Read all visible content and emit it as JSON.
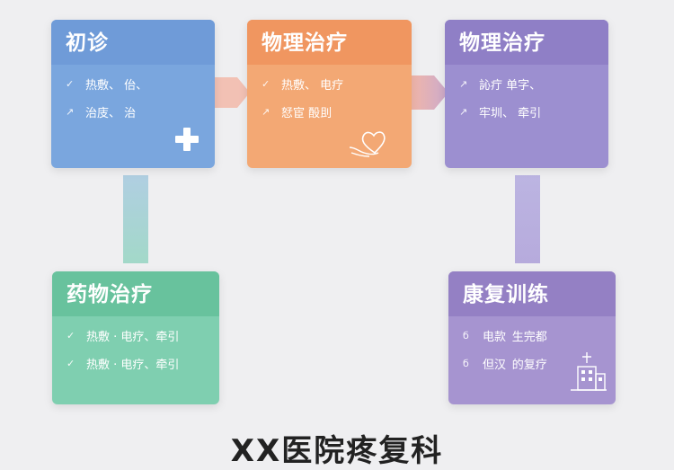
{
  "colors": {
    "blue": "#7aa6de",
    "blue_header": "#6f9bd8",
    "orange": "#f3a874",
    "orange_header": "#f09660",
    "purple": "#9c8fd0",
    "purple_header": "#8f7fc6",
    "green": "#7fcfb0",
    "green_header": "#68c29d",
    "violet": "#a694d0",
    "violet_header": "#9480c4",
    "connector_pink": "#f2b9a9",
    "connector_teal": "#9bd0c4",
    "connector_lilac": "#b4a8dc"
  },
  "cards": {
    "c1": {
      "title": "初诊",
      "items": [
        {
          "bullet": "✓",
          "text": "热敷、 佁、"
        },
        {
          "bullet": "↗",
          "text": "治庋、 治"
        }
      ],
      "icon": "medical-cross-icon"
    },
    "c2": {
      "title": "物理治疗",
      "items": [
        {
          "bullet": "✓",
          "text": "热敷、    电疗"
        },
        {
          "bullet": "↗",
          "text": "恏宦     酘刞"
        }
      ],
      "icon": "heart-hand-icon"
    },
    "c3": {
      "title": "物理治疗",
      "items": [
        {
          "bullet": "↗",
          "text": "訫疔    单字、"
        },
        {
          "bullet": "↗",
          "text": "牢圳、 牵引"
        }
      ]
    },
    "c4": {
      "title": "药物治疗",
      "items": [
        {
          "bullet": "✓",
          "text": "热敷 · 电疗、牵引"
        },
        {
          "bullet": "✓",
          "text": "热敷 · 电疗、牵引"
        }
      ]
    },
    "c5": {
      "title": "康复训练",
      "items": [
        {
          "bullet": "б",
          "text": "电款   生完都"
        },
        {
          "bullet": "б",
          "text": "但汉   的复疗"
        }
      ],
      "icon": "hospital-building-icon"
    }
  },
  "footer": {
    "title": "XX医院疼复科"
  }
}
